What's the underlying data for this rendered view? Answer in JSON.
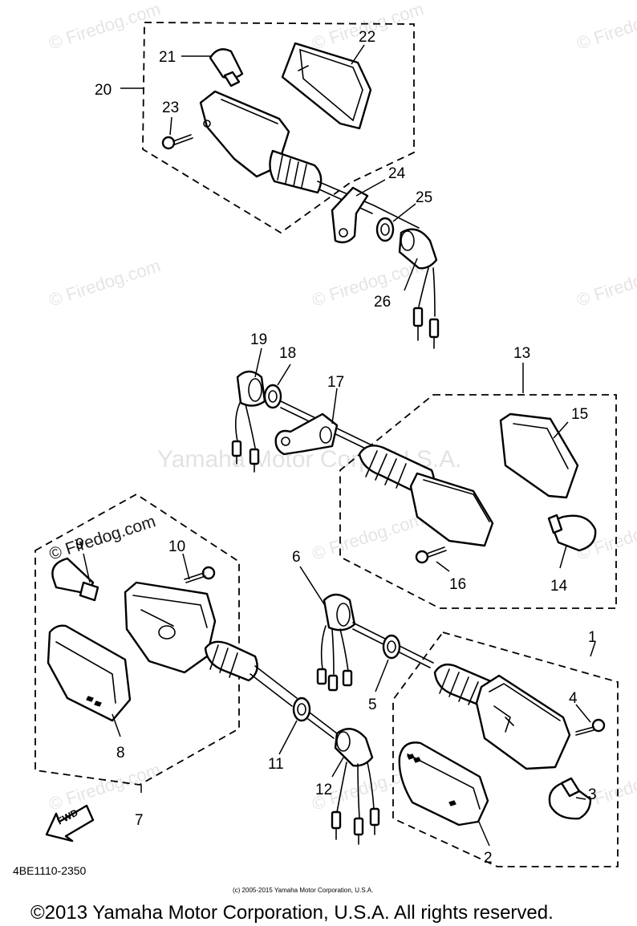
{
  "watermarks": {
    "site": "© Firedog.com",
    "center": "Yamaha Motor Corp., U.S.A."
  },
  "callouts": [
    "1",
    "2",
    "3",
    "4",
    "5",
    "6",
    "7",
    "8",
    "9",
    "10",
    "11",
    "12",
    "13",
    "14",
    "15",
    "16",
    "17",
    "18",
    "19",
    "20",
    "21",
    "22",
    "23",
    "24",
    "25",
    "26"
  ],
  "diagram_code": "4BE1110-2350",
  "direction_arrow": "FWD",
  "small_copyright": "(c) 2005-2015 Yamaha Motor Corporation, U.S.A.",
  "footer_copyright": "©2013 Yamaha Motor Corporation, U.S.A. All rights reserved."
}
